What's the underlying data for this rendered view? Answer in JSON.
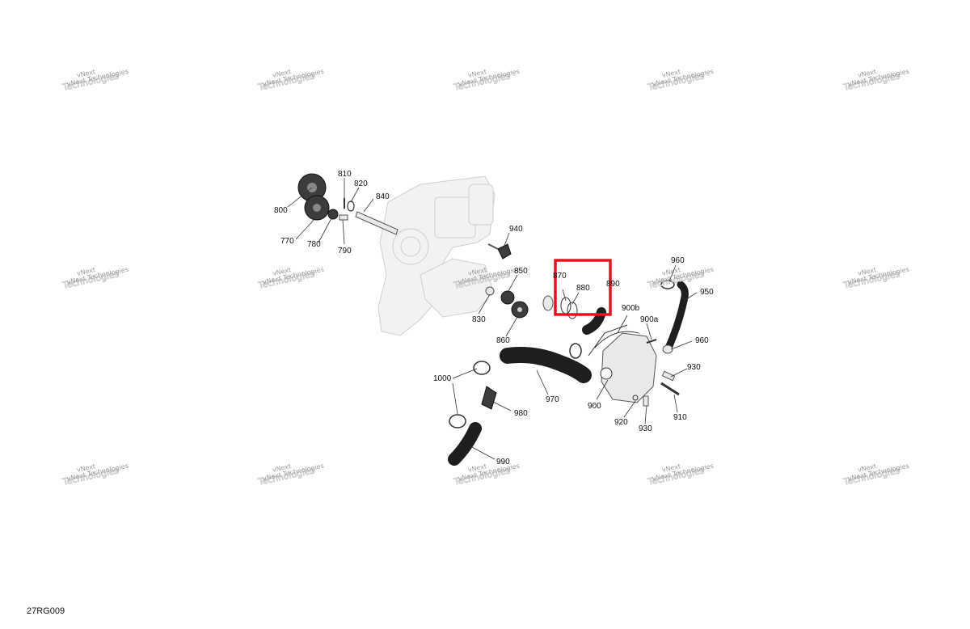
{
  "diagram": {
    "figure_code": "27RG009",
    "watermark_lines": [
      "vNext",
      "Technologies"
    ],
    "watermark_caption": "vNext Technologies",
    "highlight_color": "#e0141e",
    "callouts": {
      "c800": "800",
      "c810": "810",
      "c820": "820",
      "c840": "840",
      "c770": "770",
      "c780": "780",
      "c790": "790",
      "c940": "940",
      "c850": "850",
      "c870": "870",
      "c880": "880",
      "c890": "890",
      "c830": "830",
      "c860": "860",
      "c900b": "900b",
      "c900a": "900a",
      "c960a": "960",
      "c960b": "960",
      "c950": "950",
      "c930a": "930",
      "c930b": "930",
      "c910": "910",
      "c920": "920",
      "c900": "900",
      "c970": "970",
      "c980": "980",
      "c990": "990",
      "c1000": "1000"
    }
  }
}
